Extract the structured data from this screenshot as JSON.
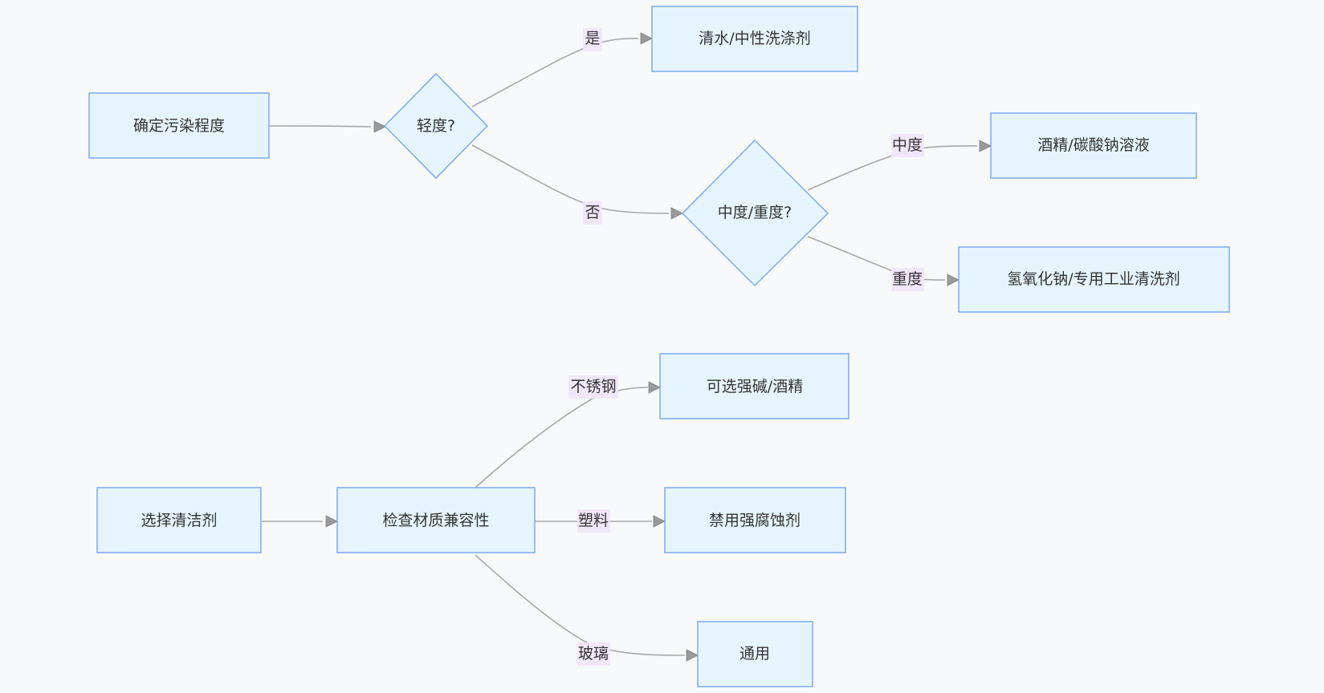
{
  "nodes": {
    "determine_contamination": "确定污染程度",
    "mild_decision": "轻度?",
    "water_detergent": "清水/中性洗涤剂",
    "moderate_severe_decision": "中度/重度?",
    "alcohol_soda": "酒精/碳酸钠溶液",
    "naoh_industrial": "氢氧化钠/专用工业清洗剂",
    "select_cleaner": "选择清洁剂",
    "check_material": "检查材质兼容性",
    "strong_alkali_alcohol": "可选强碱/酒精",
    "no_corrosive": "禁用强腐蚀剂",
    "general_use": "通用"
  },
  "edges": {
    "yes": "是",
    "no": "否",
    "moderate": "中度",
    "severe": "重度",
    "stainless_steel": "不锈钢",
    "plastic": "塑料",
    "glass": "玻璃"
  },
  "colors": {
    "background": "#f8f9fb",
    "node_fill": "#e6f5fd",
    "node_stroke": "#7aaaf0",
    "edge_stroke": "#a8a8a8",
    "edge_label_bg": "#f0e6fa",
    "text": "#333333"
  }
}
